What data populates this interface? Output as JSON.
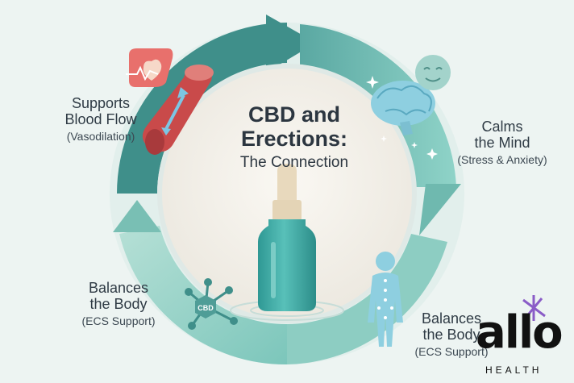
{
  "title": {
    "line1": "CBD and",
    "line2": "Erections:",
    "subtitle": "The Connection"
  },
  "labels": {
    "top_left": {
      "main_1": "Supports",
      "main_2": "Blood Flow",
      "sub": "(Vasodilation)"
    },
    "right": {
      "main_1": "Calms",
      "main_2": "the Mind",
      "sub": "(Stress & Anxiety)"
    },
    "bottom_left": {
      "main_1": "Balances",
      "main_2": "the Body",
      "sub": "(ECS Support)"
    },
    "bottom_right": {
      "main_1": "Balances",
      "main_2": "the Body",
      "sub": "(ECS Support)"
    }
  },
  "molecule_text": "CBD",
  "brand": {
    "word": "allo",
    "sub": "HEALTH"
  },
  "icons": [
    "heart-icon",
    "blood-vessel-icon",
    "brain-icon",
    "calm-face-icon",
    "sparkle-icon",
    "cbd-molecule-icon",
    "body-figure-icon",
    "dropper-bottle-icon",
    "brand-logo-icon"
  ],
  "colors": {
    "background": "#edf4f2",
    "arrow_dark": "#3f8f8a",
    "arrow_light": "#7cc6bb",
    "center": "#f4f1ea",
    "bottle": "#3aa8a4",
    "text": "#2f3b45",
    "brand_accent": "#8a5cc7"
  }
}
